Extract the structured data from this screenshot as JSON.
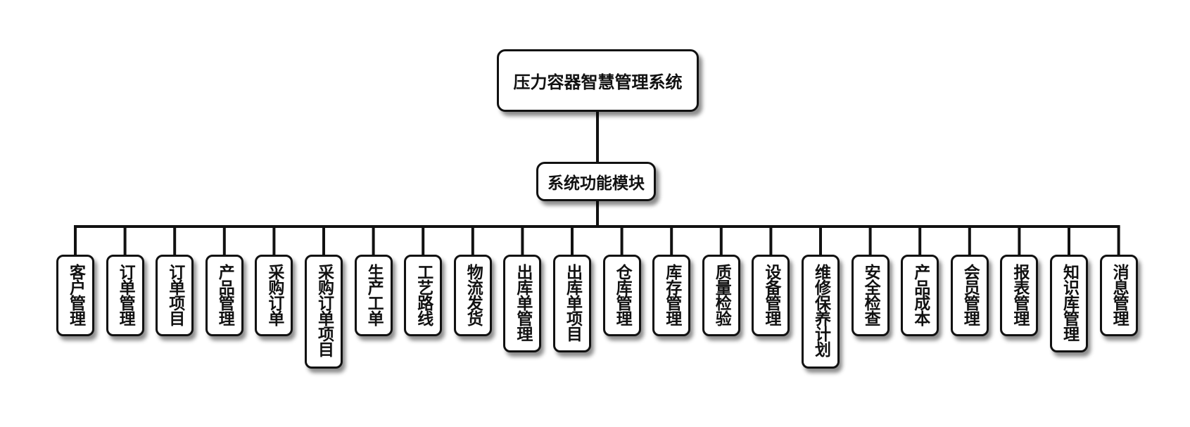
{
  "root": {
    "title": "压力容器智慧管理系统"
  },
  "group": {
    "title": "系统功能模块"
  },
  "modules": [
    "客户管理",
    "订单管理",
    "订单项目",
    "产品管理",
    "采购订单",
    "采购订单项目",
    "生产工单",
    "工艺路线",
    "物流发货",
    "出库单管理",
    "出库单项目",
    "仓库管理",
    "库存管理",
    "质量检验",
    "设备管理",
    "维修保养计划",
    "安全检查",
    "产品成本",
    "会员管理",
    "报表管理",
    "知识库管理",
    "消息管理"
  ]
}
